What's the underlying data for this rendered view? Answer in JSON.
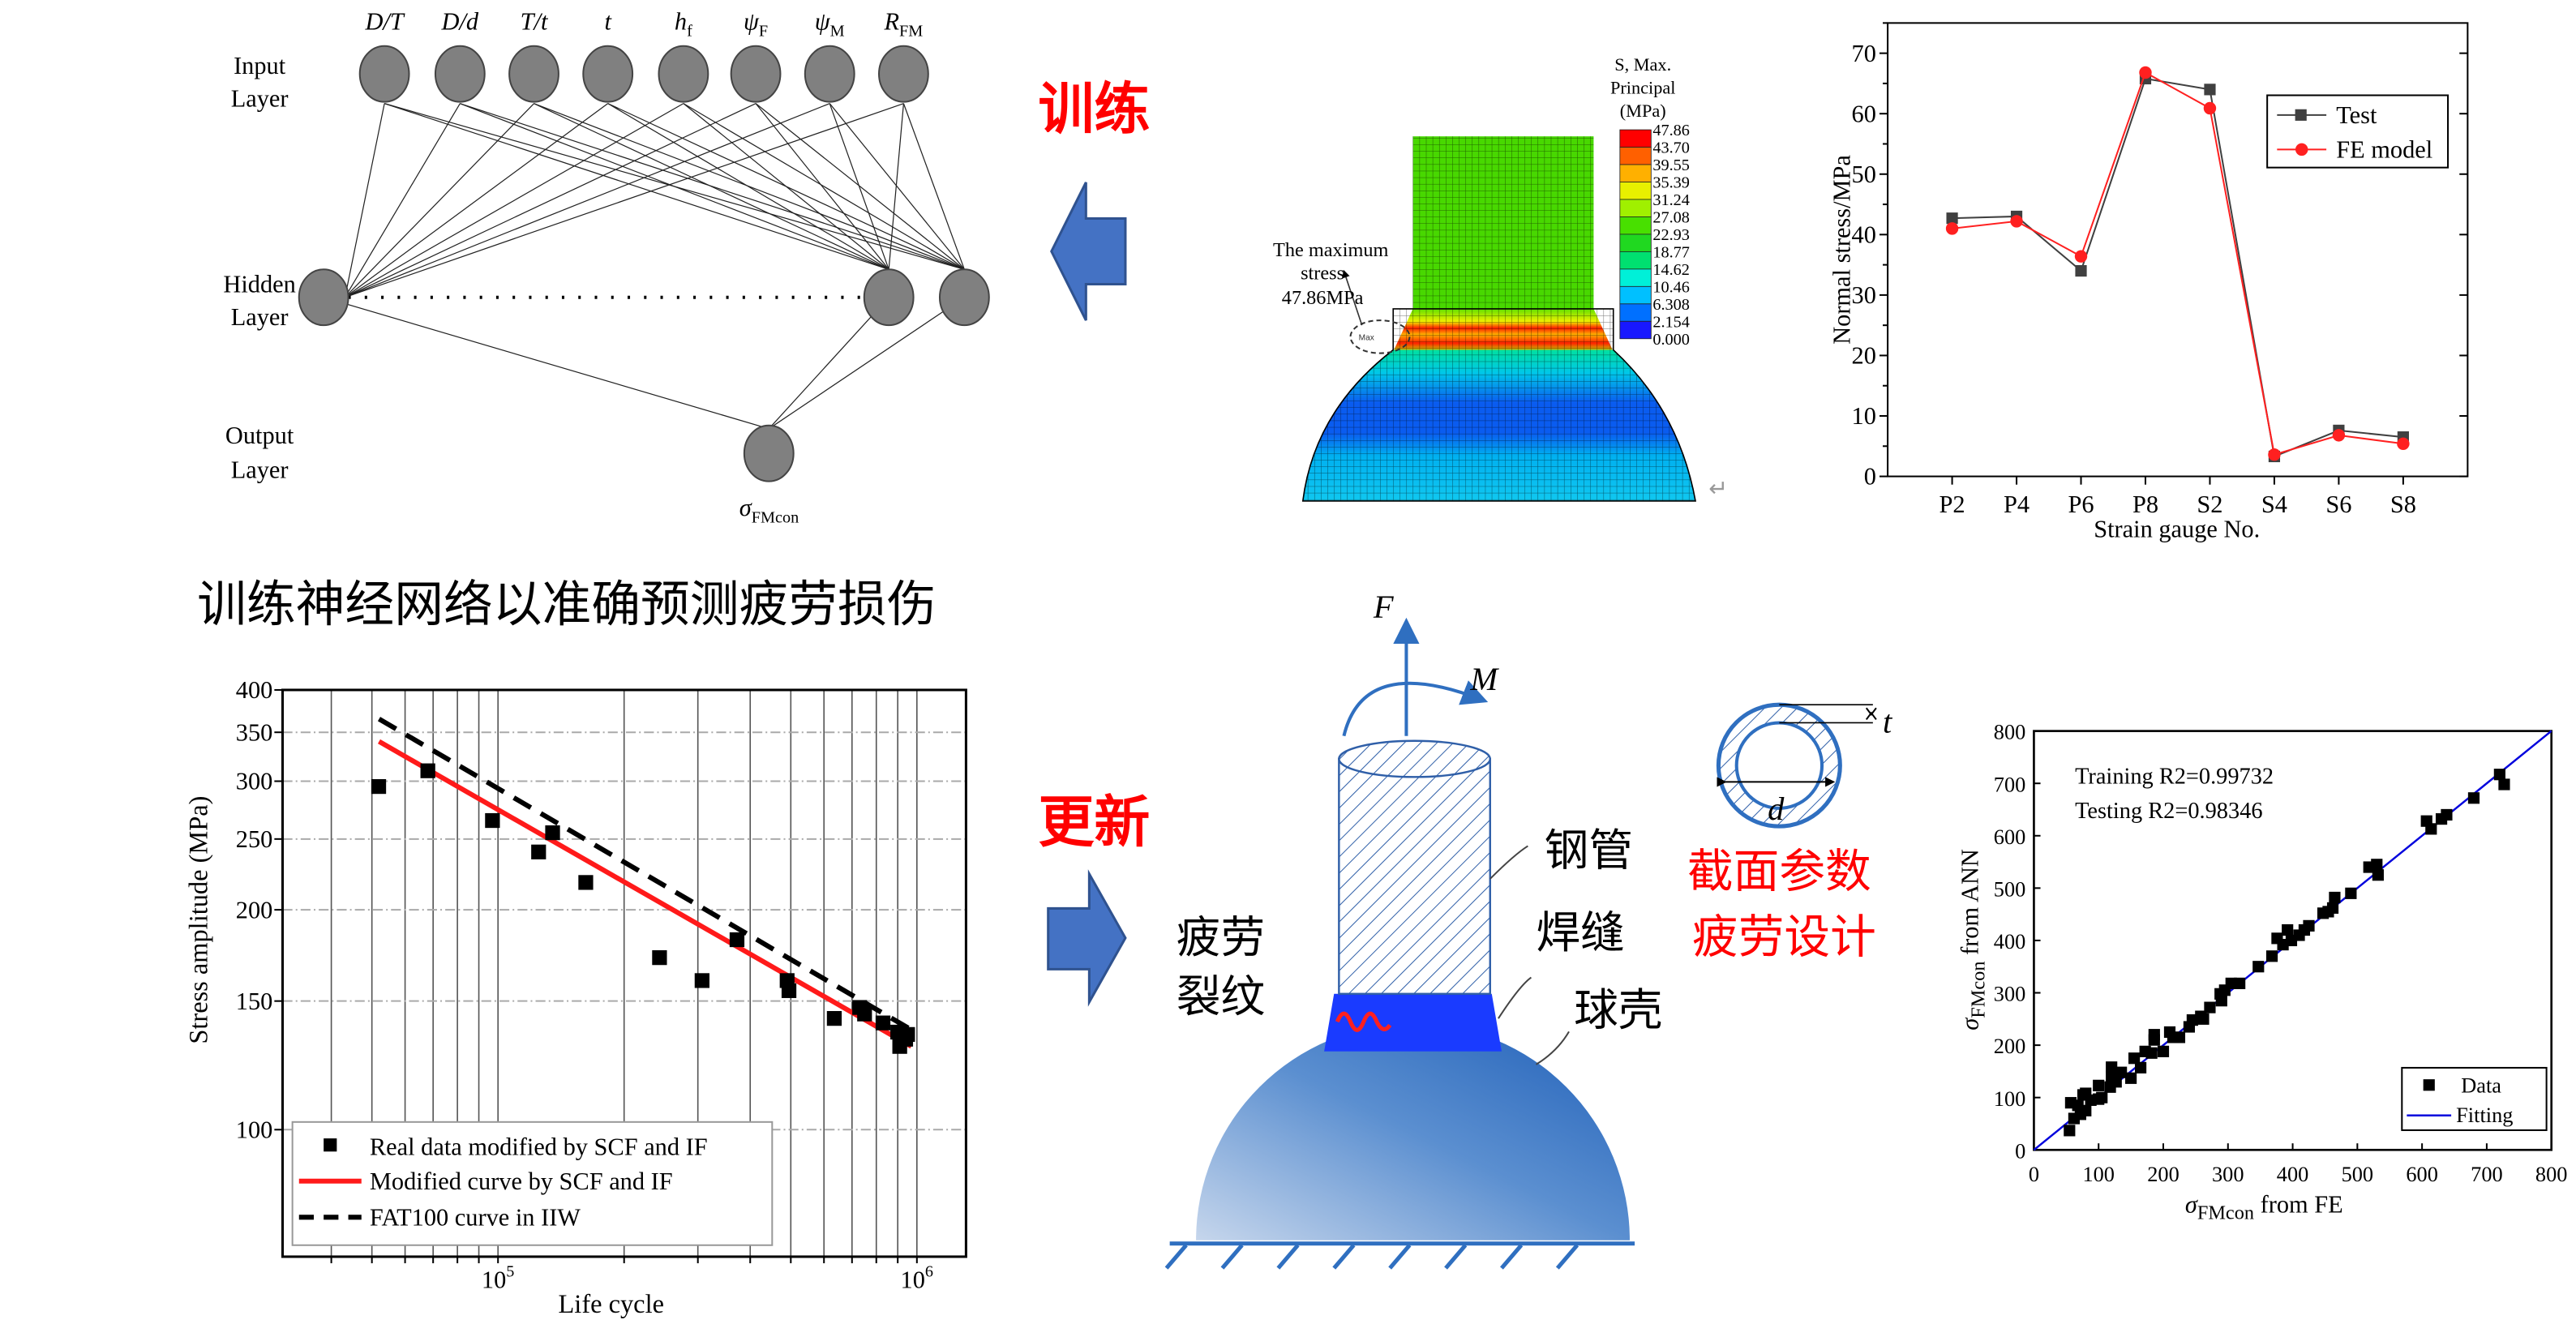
{
  "labels": {
    "training": "训练",
    "update": "更新",
    "caption": "训练神经网络以准确预测疲劳损伤",
    "section_params": "截面参数",
    "fatigue_design": "疲劳设计"
  },
  "neural_network": {
    "inputs": [
      {
        "base": "D/T",
        "sub": ""
      },
      {
        "base": "D/d",
        "sub": ""
      },
      {
        "base": "T/t",
        "sub": ""
      },
      {
        "base": "t",
        "sub": ""
      },
      {
        "base": "h",
        "sub": "f"
      },
      {
        "base": "ψ",
        "sub": "F"
      },
      {
        "base": "ψ",
        "sub": "M"
      },
      {
        "base": "R",
        "sub": "FM"
      }
    ],
    "input_layer": [
      "Input",
      "Layer"
    ],
    "hidden_layer": [
      "Hidden",
      "Layer"
    ],
    "output_layer": [
      "Output",
      "Layer"
    ],
    "output": {
      "base": "σ",
      "sub": "FMcon"
    }
  },
  "fe_model": {
    "legend_title": [
      "S, Max.",
      "Principal",
      "(MPa)"
    ],
    "levels": [
      "47.86",
      "43.70",
      "39.55",
      "35.39",
      "31.24",
      "27.08",
      "22.93",
      "18.77",
      "14.62",
      "10.46",
      "6.308",
      "2.154",
      "0.000"
    ],
    "band_colors": [
      "#ff0000",
      "#ff6000",
      "#ffb000",
      "#e8f000",
      "#a0f000",
      "#48e000",
      "#20d820",
      "#00e070",
      "#00f0d8",
      "#00c0ff",
      "#0070ff",
      "#1818ff"
    ],
    "annotation": [
      "The maximum",
      "stress",
      "47.86MPa"
    ],
    "max_tag": "Max",
    "return_mark": "↵"
  },
  "joint": {
    "force": "F",
    "moment": "M",
    "thickness": "t",
    "diameter": "d",
    "steel_tube": "钢管",
    "weld": "焊缝",
    "ball_shell": "球壳",
    "fatigue": "疲劳",
    "crack": "裂纹"
  },
  "colors": {
    "accent_red": "#ff0000",
    "arrow_blue": "#4472c4",
    "weld_blue": "#1a3bff"
  },
  "chart_data": [
    {
      "type": "line",
      "title": "",
      "xlabel": "Strain gauge No.",
      "ylabel": "Normal stress/MPa",
      "categories": [
        "P2",
        "P4",
        "P6",
        "P8",
        "S2",
        "S4",
        "S6",
        "S8"
      ],
      "ylim": [
        0,
        75
      ],
      "yticks": [
        0,
        10,
        20,
        30,
        40,
        50,
        60,
        70
      ],
      "legend": "top-right",
      "series": [
        {
          "name": "Test",
          "color": "#404040",
          "marker": "square",
          "values": [
            42.7,
            43.0,
            34.0,
            65.8,
            64.0,
            3.3,
            7.6,
            6.5
          ]
        },
        {
          "name": "FE model",
          "color": "#ff2020",
          "marker": "circle",
          "values": [
            41.0,
            42.2,
            36.4,
            66.8,
            60.9,
            3.6,
            6.8,
            5.4
          ]
        }
      ]
    },
    {
      "type": "scatter",
      "title": "",
      "xlabel": "Life cycle",
      "ylabel": "Stress amplitude (MPa)",
      "xscale": "log",
      "yscale": "log",
      "xlim": [
        30600,
        1310000
      ],
      "ylim": [
        67,
        400
      ],
      "yticks": [
        100,
        150,
        200,
        250,
        300,
        350,
        400
      ],
      "xticks": [
        {
          "base": "10",
          "exp": "5",
          "value": 100000
        },
        {
          "base": "10",
          "exp": "6",
          "value": 1000000
        }
      ],
      "grid": true,
      "legend": "bottom-left",
      "series": [
        {
          "name": "Real data modified by SCF and IF",
          "type": "scatter",
          "points": [
            [
              51900,
              295
            ],
            [
              68000,
              310
            ],
            [
              97000,
              265
            ],
            [
              125000,
              240
            ],
            [
              135000,
              255
            ],
            [
              162000,
              218
            ],
            [
              243000,
              172
            ],
            [
              307000,
              160
            ],
            [
              372000,
              182
            ],
            [
              490000,
              160
            ],
            [
              495000,
              155
            ],
            [
              635000,
              142
            ],
            [
              730000,
              147
            ],
            [
              750000,
              144
            ],
            [
              830000,
              140
            ],
            [
              900000,
              136
            ],
            [
              910000,
              130
            ],
            [
              940000,
              133
            ],
            [
              950000,
              135
            ]
          ]
        },
        {
          "name": "Modified curve by SCF and IF",
          "type": "line",
          "color": "#ff1a1a",
          "points": [
            [
              52000,
              340
            ],
            [
              970000,
              130
            ]
          ]
        },
        {
          "name": "FAT100 curve in IIW",
          "type": "dashed",
          "color": "#000000",
          "points": [
            [
              52000,
              365
            ],
            [
              970000,
              137
            ]
          ]
        }
      ]
    },
    {
      "type": "scatter",
      "title": "",
      "xlabel": {
        "sigma": "σ",
        "sub": "FMcon",
        "rest": " from FE"
      },
      "ylabel": {
        "sigma": "σ",
        "sub": "FMcon",
        "rest": " from ANN"
      },
      "xlim": [
        0,
        800
      ],
      "ylim": [
        0,
        800
      ],
      "ticks": [
        0,
        100,
        200,
        300,
        400,
        500,
        600,
        700,
        800
      ],
      "annotations": [
        "Training  R2=0.99732",
        "Testing  R2=0.98346"
      ],
      "legend": "bottom-right",
      "series": [
        {
          "name": "Data",
          "type": "scatter",
          "points": [
            [
              55,
              37
            ],
            [
              57,
              90
            ],
            [
              62,
              60
            ],
            [
              68,
              85
            ],
            [
              72,
              68
            ],
            [
              76,
              105
            ],
            [
              80,
              108
            ],
            [
              80,
              75
            ],
            [
              88,
              95
            ],
            [
              100,
              123
            ],
            [
              100,
              97
            ],
            [
              105,
              100
            ],
            [
              118,
              120
            ],
            [
              120,
              140
            ],
            [
              120,
              158
            ],
            [
              127,
              130
            ],
            [
              135,
              148
            ],
            [
              150,
              137
            ],
            [
              155,
              175
            ],
            [
              165,
              157
            ],
            [
              172,
              188
            ],
            [
              182,
              185
            ],
            [
              186,
              220
            ],
            [
              186,
              210
            ],
            [
              200,
              188
            ],
            [
              210,
              225
            ],
            [
              215,
              215
            ],
            [
              225,
              215
            ],
            [
              240,
              235
            ],
            [
              245,
              248
            ],
            [
              258,
              255
            ],
            [
              262,
              250
            ],
            [
              272,
              272
            ],
            [
              288,
              298
            ],
            [
              290,
              285
            ],
            [
              295,
              305
            ],
            [
              305,
              318
            ],
            [
              318,
              318
            ],
            [
              347,
              350
            ],
            [
              368,
              370
            ],
            [
              376,
              404
            ],
            [
              385,
              392
            ],
            [
              392,
              420
            ],
            [
              398,
              400
            ],
            [
              410,
              410
            ],
            [
              418,
              420
            ],
            [
              425,
              428
            ],
            [
              447,
              452
            ],
            [
              455,
              455
            ],
            [
              462,
              462
            ],
            [
              465,
              482
            ],
            [
              490,
              490
            ],
            [
              518,
              540
            ],
            [
              530,
              545
            ],
            [
              532,
              525
            ],
            [
              607,
              628
            ],
            [
              614,
              613
            ],
            [
              630,
              632
            ],
            [
              638,
              640
            ],
            [
              680,
              672
            ],
            [
              720,
              717
            ],
            [
              727,
              698
            ]
          ]
        },
        {
          "name": "Fitting",
          "type": "line",
          "color": "#0000dd",
          "points": [
            [
              0,
              0
            ],
            [
              800,
              800
            ]
          ]
        }
      ]
    }
  ]
}
